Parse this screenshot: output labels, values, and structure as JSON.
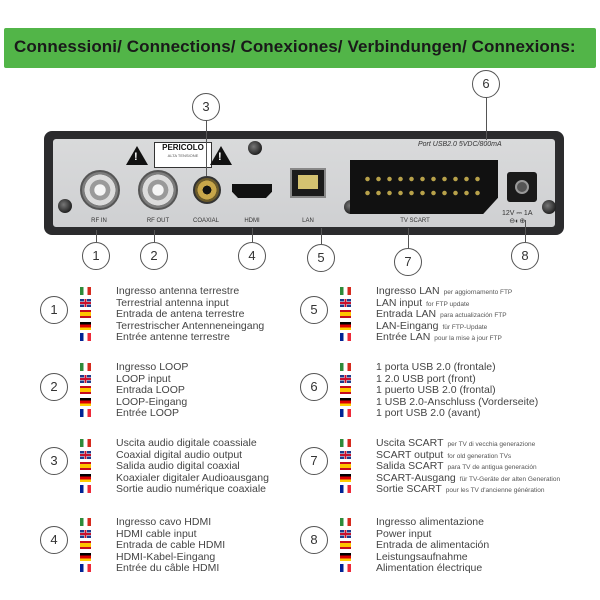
{
  "header": {
    "title": "Connessioni/ Connections/ Conexiones/ Verbindungen/ Connexions:"
  },
  "panel": {
    "warning_label": {
      "title": "PERICOLO",
      "subtitle": "ALTA TENSIONE"
    },
    "ports": {
      "rf_in": "RF IN",
      "rf_out": "RF OUT",
      "coaxial": "COAXIAL",
      "hdmi": "HDMI",
      "lan": "LAN",
      "scart": "TV SCART"
    },
    "usb_label": "Port USB2.0  5VDC/800mA",
    "dc_label_line1": "12V ⎓ 1A",
    "dc_label_line2": "⊖◐⊕"
  },
  "callouts": [
    "1",
    "2",
    "3",
    "4",
    "5",
    "6",
    "7",
    "8"
  ],
  "legend": [
    {
      "num": "1",
      "lines": [
        {
          "flag": "it",
          "text": "Ingresso antenna terrestre",
          "note": ""
        },
        {
          "flag": "uk",
          "text": "Terrestrial antenna input",
          "note": ""
        },
        {
          "flag": "es",
          "text": "Entrada de antena terrestre",
          "note": ""
        },
        {
          "flag": "de",
          "text": "Terrestrischer Antenneneingang",
          "note": ""
        },
        {
          "flag": "fr",
          "text": "Entrée antenne terrestre",
          "note": ""
        }
      ]
    },
    {
      "num": "2",
      "lines": [
        {
          "flag": "it",
          "text": "Ingresso LOOP",
          "note": ""
        },
        {
          "flag": "uk",
          "text": "LOOP input",
          "note": ""
        },
        {
          "flag": "es",
          "text": "Entrada LOOP",
          "note": ""
        },
        {
          "flag": "de",
          "text": "LOOP-Eingang",
          "note": ""
        },
        {
          "flag": "fr",
          "text": "Entrée LOOP",
          "note": ""
        }
      ]
    },
    {
      "num": "3",
      "lines": [
        {
          "flag": "it",
          "text": "Uscita audio digitale coassiale",
          "note": ""
        },
        {
          "flag": "uk",
          "text": "Coaxial digital audio output",
          "note": ""
        },
        {
          "flag": "es",
          "text": "Salida audio digital coaxial",
          "note": ""
        },
        {
          "flag": "de",
          "text": "Koaxialer digitaler Audioausgang",
          "note": ""
        },
        {
          "flag": "fr",
          "text": "Sortie audio numérique coaxiale",
          "note": ""
        }
      ]
    },
    {
      "num": "4",
      "lines": [
        {
          "flag": "it",
          "text": "Ingresso cavo HDMI",
          "note": ""
        },
        {
          "flag": "uk",
          "text": "HDMI cable input",
          "note": ""
        },
        {
          "flag": "es",
          "text": "Entrada de cable HDMI",
          "note": ""
        },
        {
          "flag": "de",
          "text": "HDMI-Kabel-Eingang",
          "note": ""
        },
        {
          "flag": "fr",
          "text": "Entrée du câble HDMI",
          "note": ""
        }
      ]
    },
    {
      "num": "5",
      "lines": [
        {
          "flag": "it",
          "text": "Ingresso LAN",
          "note": "per aggiornamento FTP"
        },
        {
          "flag": "uk",
          "text": "LAN input",
          "note": "for FTP update"
        },
        {
          "flag": "es",
          "text": "Entrada LAN",
          "note": "para actualización FTP"
        },
        {
          "flag": "de",
          "text": "LAN-Eingang",
          "note": "für FTP-Update"
        },
        {
          "flag": "fr",
          "text": "Entrée LAN",
          "note": "pour la mise à jour FTP"
        }
      ]
    },
    {
      "num": "6",
      "lines": [
        {
          "flag": "it",
          "text": "1 porta USB 2.0 (frontale)",
          "note": ""
        },
        {
          "flag": "uk",
          "text": "1 2.0 USB port (front)",
          "note": ""
        },
        {
          "flag": "es",
          "text": "1 puerto USB 2.0 (frontal)",
          "note": ""
        },
        {
          "flag": "de",
          "text": "1 USB 2.0-Anschluss (Vorderseite)",
          "note": ""
        },
        {
          "flag": "fr",
          "text": "1 port USB 2.0 (avant)",
          "note": ""
        }
      ]
    },
    {
      "num": "7",
      "lines": [
        {
          "flag": "it",
          "text": "Uscita SCART",
          "note": "per TV di vecchia generazione"
        },
        {
          "flag": "uk",
          "text": "SCART output",
          "note": "for old generation TVs"
        },
        {
          "flag": "es",
          "text": "Salida SCART",
          "note": "para TV de antigua generación"
        },
        {
          "flag": "de",
          "text": "SCART-Ausgang",
          "note": "für TV-Geräte der alten Generation"
        },
        {
          "flag": "fr",
          "text": "Sortie SCART",
          "note": "pour les TV d'ancienne génération"
        }
      ]
    },
    {
      "num": "8",
      "lines": [
        {
          "flag": "it",
          "text": "Ingresso alimentazione",
          "note": ""
        },
        {
          "flag": "uk",
          "text": "Power input",
          "note": ""
        },
        {
          "flag": "es",
          "text": "Entrada de alimentación",
          "note": ""
        },
        {
          "flag": "de",
          "text": "Leistungsaufnahme",
          "note": ""
        },
        {
          "flag": "fr",
          "text": "Alimentation électrique",
          "note": ""
        }
      ]
    }
  ]
}
